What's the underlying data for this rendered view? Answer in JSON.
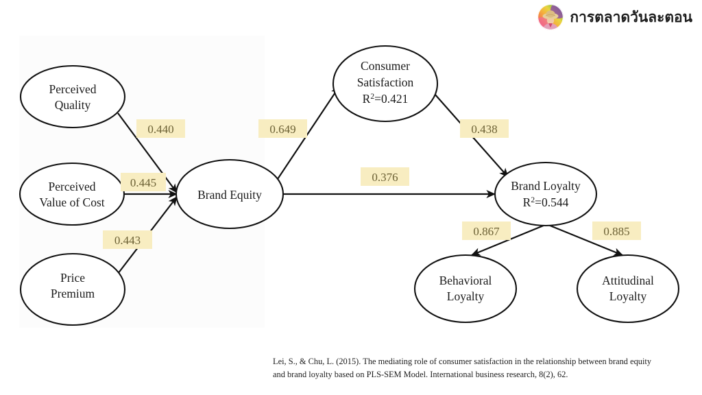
{
  "brand": {
    "name": "การตลาดวันละตอน",
    "avatar_icon": "avatar-circle-icon"
  },
  "diagram": {
    "type": "path-model",
    "nodes": [
      {
        "id": "perceived_quality",
        "label_line1": "Perceived",
        "label_line2": "Quality",
        "label_line3": ""
      },
      {
        "id": "perceived_value",
        "label_line1": "Perceived",
        "label_line2": "Value of Cost",
        "label_line3": ""
      },
      {
        "id": "price_premium",
        "label_line1": "Price",
        "label_line2": "Premium",
        "label_line3": ""
      },
      {
        "id": "brand_equity",
        "label_line1": "Brand Equity",
        "label_line2": "",
        "label_line3": ""
      },
      {
        "id": "consumer_satisfaction",
        "label_line1": "Consumer",
        "label_line2": "Satisfaction",
        "label_line3": "R",
        "r2_sup": "2",
        "r2_value": "=0.421"
      },
      {
        "id": "brand_loyalty",
        "label_line1": "Brand Loyalty",
        "label_line2": "R",
        "label_line3": "",
        "r2_sup": "2",
        "r2_value": "=0.544"
      },
      {
        "id": "behavioral_loyalty",
        "label_line1": "Behavioral",
        "label_line2": "Loyalty",
        "label_line3": ""
      },
      {
        "id": "attitudinal_loyalty",
        "label_line1": "Attitudinal",
        "label_line2": "Loyalty",
        "label_line3": ""
      }
    ],
    "edges": [
      {
        "id": "pq_be",
        "from": "perceived_quality",
        "to": "brand_equity",
        "coefficient": "0.440"
      },
      {
        "id": "pv_be",
        "from": "perceived_value",
        "to": "brand_equity",
        "coefficient": "0.445"
      },
      {
        "id": "pp_be",
        "from": "price_premium",
        "to": "brand_equity",
        "coefficient": "0.443"
      },
      {
        "id": "be_cs",
        "from": "brand_equity",
        "to": "consumer_satisfaction",
        "coefficient": "0.649"
      },
      {
        "id": "cs_bl",
        "from": "consumer_satisfaction",
        "to": "brand_loyalty",
        "coefficient": "0.438"
      },
      {
        "id": "be_bl",
        "from": "brand_equity",
        "to": "brand_loyalty",
        "coefficient": "0.376"
      },
      {
        "id": "bl_bel",
        "from": "brand_loyalty",
        "to": "behavioral_loyalty",
        "coefficient": "0.867"
      },
      {
        "id": "bl_att",
        "from": "brand_loyalty",
        "to": "attitudinal_loyalty",
        "coefficient": "0.885"
      }
    ],
    "colors": {
      "coefficient_highlight": "#f8edc1",
      "coefficient_text": "#6b6034",
      "node_stroke": "#111111",
      "node_fill": "#ffffff"
    }
  },
  "citation": {
    "line1": "Lei, S., & Chu, L. (2015). The mediating role of consumer satisfaction in the relationship between brand equity",
    "line2": "and brand loyalty based on PLS-SEM Model. International business research, 8(2), 62."
  }
}
